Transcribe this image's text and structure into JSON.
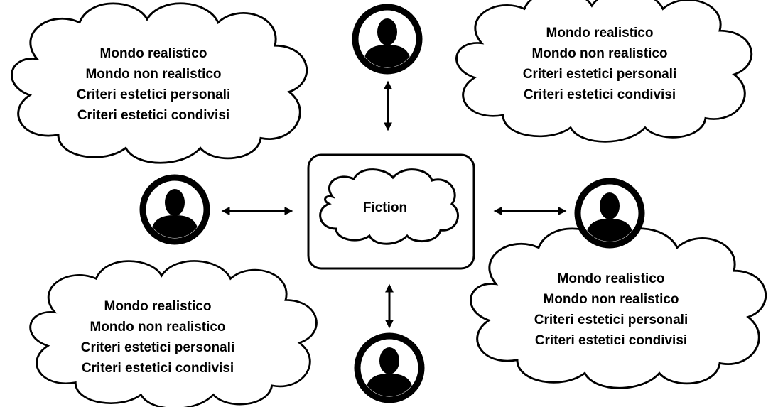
{
  "center": {
    "label": "Fiction"
  },
  "clouds": {
    "top_left": [
      "Mondo realistico",
      "Mondo non realistico",
      "Criteri estetici personali",
      "Criteri estetici condivisi"
    ],
    "top_right": [
      "Mondo realistico",
      "Mondo non realistico",
      "Criteri estetici personali",
      "Criteri estetici condivisi"
    ],
    "bottom_left": [
      "Mondo realistico",
      "Mondo non realistico",
      "Criteri estetici personali",
      "Criteri estetici condivisi"
    ],
    "bottom_right": [
      "Mondo realistico",
      "Mondo non realistico",
      "Criteri estetici personali",
      "Criteri estetici condivisi"
    ]
  },
  "persons": [
    "top",
    "left",
    "right",
    "bottom"
  ],
  "icons": {
    "person": "person-icon",
    "arrow": "double-arrow-icon"
  },
  "colors": {
    "stroke": "#000000",
    "fill": "#ffffff"
  }
}
